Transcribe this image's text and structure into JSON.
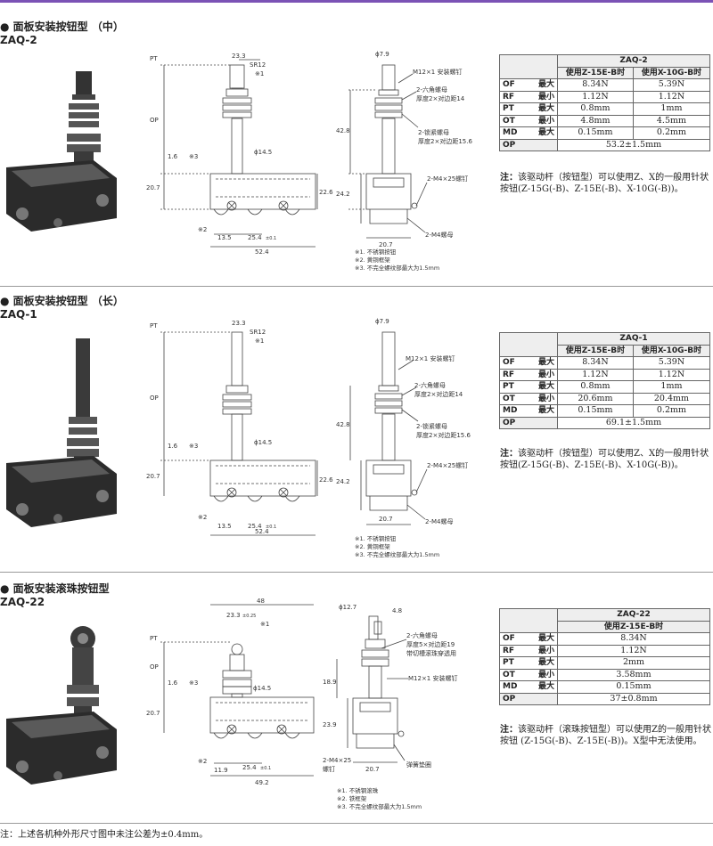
{
  "sections": [
    {
      "title": "● 面板安装按钮型 （中）",
      "model": "ZAQ-2",
      "dims": {
        "pt": "PT",
        "op": "OP",
        "w233": "23.3",
        "sr": "SR12",
        "mark1": "※1",
        "d79": "ϕ7.9",
        "m12": "M12×1 安装螺钉",
        "hex": "2-六角螺母",
        "hex2": "厚度2×对边距14",
        "lock": "2-锁紧螺母",
        "lock2": "厚度2×对边距15.6",
        "h428": "42.8",
        "d145": "ϕ14.5",
        "d16": "1.6",
        "m3": "※3",
        "h207": "20.7",
        "h226": "22.6",
        "h242": "24.2",
        "m2": "※2",
        "w135": "13.5",
        "w254": "25.4",
        "tol": "±0.1",
        "w524": "52.4",
        "m4s": "2-M4×25螺钉",
        "m4n": "2-M4螺母",
        "w207b": "20.7"
      },
      "notes": [
        "※1. 不锈钢按钮",
        "※2. 黄铜框架",
        "※3. 不完全螺纹部最大为1.5mm"
      ],
      "table": {
        "header": "ZAQ-2",
        "cols": [
          "使用Z-15E-B时",
          "使用X-10G-B时"
        ],
        "rows": [
          {
            "k": "OF",
            "q": "最大",
            "v": [
              "8.34N",
              "5.39N"
            ]
          },
          {
            "k": "RF",
            "q": "最小",
            "v": [
              "1.12N",
              "1.12N"
            ]
          },
          {
            "k": "PT",
            "q": "最大",
            "v": [
              "0.8mm",
              "1mm"
            ]
          },
          {
            "k": "OT",
            "q": "最小",
            "v": [
              "4.8mm",
              "4.5mm"
            ]
          },
          {
            "k": "MD",
            "q": "最大",
            "v": [
              "0.15mm",
              "0.2mm"
            ]
          }
        ],
        "op_label": "OP",
        "op_value": "53.2±1.5mm"
      },
      "note_label": "注：",
      "note_text": "该驱动杆（按钮型）可以使用Z、X的一般用针状按钮(Z-15G(-B)、Z-15E(-B)、X-10G(-B))。"
    },
    {
      "title": "● 面板安装按钮型 （长）",
      "model": "ZAQ-1",
      "dims": {
        "pt": "PT",
        "op": "OP",
        "w233": "23.3",
        "sr": "SR12",
        "mark1": "※1",
        "d79": "ϕ7.9",
        "m12": "M12×1 安装螺钉",
        "hex": "2-六角螺母",
        "hex2": "厚度2×对边距14",
        "lock": "2-锁紧螺母",
        "lock2": "厚度2×对边距15.6",
        "h428": "42.8",
        "d145": "ϕ14.5",
        "d16": "1.6",
        "m3": "※3",
        "h207": "20.7",
        "h226": "22.6",
        "h242": "24.2",
        "m2": "※2",
        "w135": "13.5",
        "w254": "25.4",
        "tol": "±0.1",
        "w524": "52.4",
        "m4s": "2-M4×25螺钉",
        "m4n": "2-M4螺母",
        "w207b": "20.7"
      },
      "notes": [
        "※1. 不锈钢按钮",
        "※2. 黄铜框架",
        "※3. 不完全螺纹部最大为1.5mm"
      ],
      "table": {
        "header": "ZAQ-1",
        "cols": [
          "使用Z-15E-B时",
          "使用X-10G-B时"
        ],
        "rows": [
          {
            "k": "OF",
            "q": "最大",
            "v": [
              "8.34N",
              "5.39N"
            ]
          },
          {
            "k": "RF",
            "q": "最小",
            "v": [
              "1.12N",
              "1.12N"
            ]
          },
          {
            "k": "PT",
            "q": "最大",
            "v": [
              "0.8mm",
              "1mm"
            ]
          },
          {
            "k": "OT",
            "q": "最小",
            "v": [
              "20.6mm",
              "20.4mm"
            ]
          },
          {
            "k": "MD",
            "q": "最大",
            "v": [
              "0.15mm",
              "0.2mm"
            ]
          }
        ],
        "op_label": "OP",
        "op_value": "69.1±1.5mm"
      },
      "note_label": "注：",
      "note_text": "该驱动杆（按钮型）可以使用Z、X的一般用针状按钮(Z-15G(-B)、Z-15E(-B)、X-10G(-B))。"
    },
    {
      "title": "● 面板安装滚珠按钮型",
      "model": "ZAQ-22",
      "dims": {
        "pt": "PT",
        "op": "OP",
        "w48": "48",
        "w233": "23.3",
        "tol233": "±0.25",
        "mark1": "※1",
        "d127": "ϕ12.7",
        "d48": "4.8",
        "hex": "2-六角螺母",
        "hex2": "厚度5×对边距19",
        "hex3": "带切槽滚珠穿透用",
        "m12": "M12×1 安装螺钉",
        "d145": "ϕ14.5",
        "d16": "1.6",
        "m3": "※3",
        "h189": "18.9",
        "h207": "20.7",
        "h239": "23.9",
        "m2": "※2",
        "w119": "11.9",
        "w254": "25.4",
        "tol": "±0.1",
        "w492": "49.2",
        "m4s": "2-M4×25",
        "m4s2": "螺钉",
        "w207b": "20.7",
        "spring": "弹簧垫圈"
      },
      "notes": [
        "※1. 不锈钢滚珠",
        "※2. 铁框架",
        "※3. 不完全螺纹部最大为1.5mm"
      ],
      "table": {
        "header": "ZAQ-22",
        "cols": [
          "使用Z-15E-B时"
        ],
        "rows": [
          {
            "k": "OF",
            "q": "最大",
            "v": [
              "8.34N"
            ]
          },
          {
            "k": "RF",
            "q": "最小",
            "v": [
              "1.12N"
            ]
          },
          {
            "k": "PT",
            "q": "最大",
            "v": [
              "2mm"
            ]
          },
          {
            "k": "OT",
            "q": "最小",
            "v": [
              "3.58mm"
            ]
          },
          {
            "k": "MD",
            "q": "最大",
            "v": [
              "0.15mm"
            ]
          }
        ],
        "op_label": "OP",
        "op_value": "37±0.8mm"
      },
      "note_label": "注：",
      "note_text": "该驱动杆（滚珠按钮型）可以使用Z的一般用针状按钮 (Z-15G(-B)、Z-15E(-B))。X型中无法使用。"
    }
  ],
  "footer": "注：上述各机种外形尺寸图中未注公差为±0.4mm。",
  "colors": {
    "accent": "#7b52b5"
  }
}
